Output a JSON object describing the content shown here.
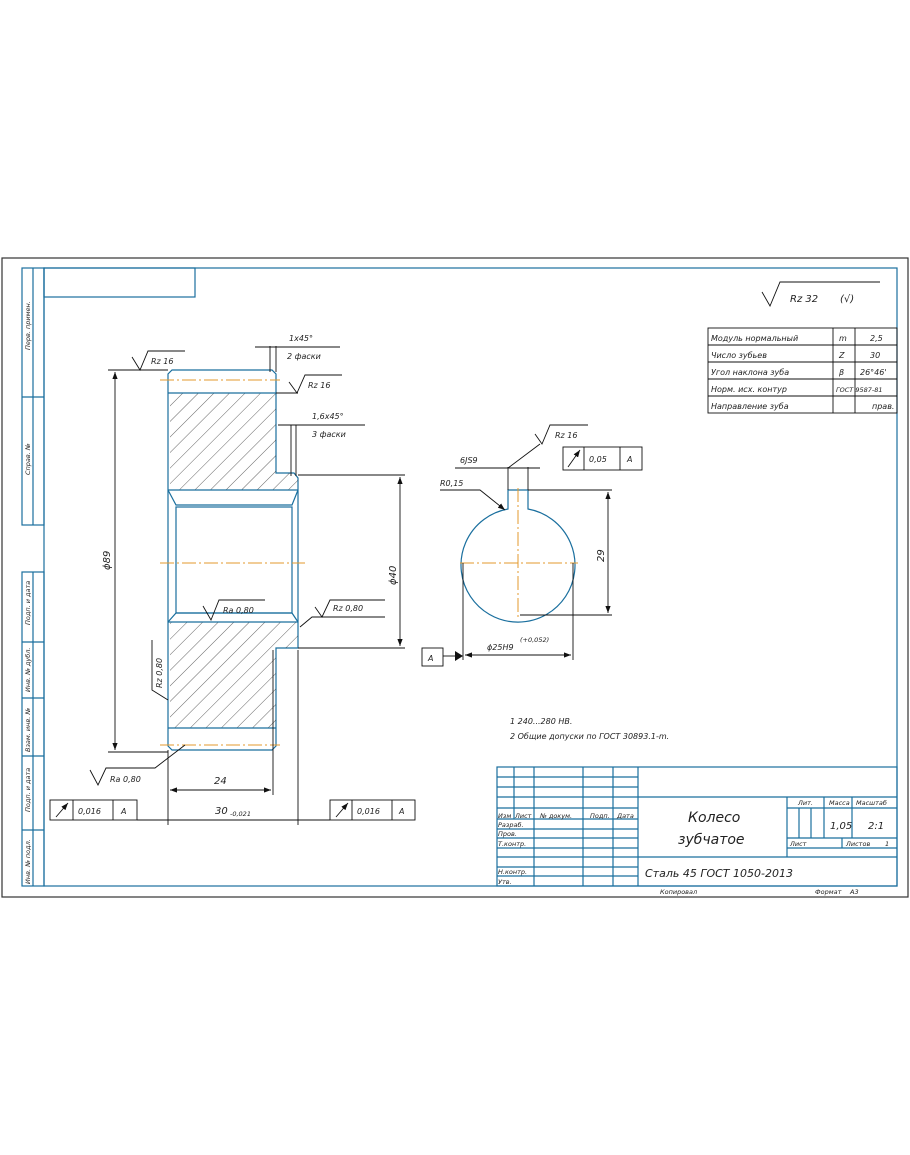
{
  "drawing": {
    "general_roughness": "Rz 32",
    "general_roughness_suffix": "(√)",
    "spec_table": [
      {
        "param": "Модуль нормальный",
        "symbol": "m",
        "value": "2,5"
      },
      {
        "param": "Число зубьев",
        "symbol": "Z",
        "value": "30"
      },
      {
        "param": "Угол наклона зуба",
        "symbol": "β",
        "value": "26°46'"
      },
      {
        "param": "Норм. исх. контур",
        "symbol": "",
        "value": "ГОСТ 9587-81"
      },
      {
        "param": "Направление зуба",
        "symbol": "",
        "value": "прав."
      }
    ],
    "annotations": {
      "chamfer1": "1x45°",
      "chamfer1_note": "2 фаски",
      "chamfer2": "1,6x45°",
      "chamfer2_note": "3 фаски",
      "rz16_top": "Rz 16",
      "rz16_face": "Rz 16",
      "rz16_key": "Rz 16",
      "ra080_bore": "Ra 0,80",
      "rz080_chamfer": "Rz 0,80",
      "rz080_side": "Rz 0,80",
      "ra080_bottom": "Ra 0,80",
      "dia89": "ϕ89",
      "dia40": "ϕ40",
      "dim24": "24",
      "dim30": "30",
      "dim30_tol": "-0,021",
      "runout_left": "0,016",
      "runout_right": "0,016",
      "runout_key": "0,05",
      "datum": "A",
      "keyway": "6JS9",
      "radius": "R0,15",
      "dim29": "29",
      "bore": "ϕ25H9",
      "bore_tol": "(+0,052)"
    },
    "notes": [
      "1 240...280 HB.",
      "2 Общие допуски по ГОСТ 30893.1-m."
    ]
  },
  "title_block": {
    "part_name_line1": "Колесо",
    "part_name_line2": "зубчатое",
    "material": "Сталь 45 ГОСТ 1050-2013",
    "headers": [
      "Изм",
      "Лист",
      "№ докум.",
      "Подп.",
      "Дата"
    ],
    "roles": [
      "Разраб.",
      "Пров.",
      "Т.контр.",
      "Н.контр.",
      "Утв."
    ],
    "lit_label": "Лит.",
    "mass_label": "Масса",
    "scale_label": "Масштаб",
    "mass": "1,05",
    "scale": "2:1",
    "sheet_label": "Лист",
    "sheets_label": "Листов",
    "sheets": "1",
    "copied": "Копировал",
    "format_label": "Формат",
    "format": "А3"
  },
  "side_strip": [
    "Перв. примен.",
    "Справ. №",
    "Подп. и дата",
    "Инв. № дубл.",
    "Взам. инв. №",
    "Подп. и дата",
    "Инв. № подл."
  ],
  "colors": {
    "outline": "#1a6f9e",
    "centerline": "#e39a2c"
  }
}
